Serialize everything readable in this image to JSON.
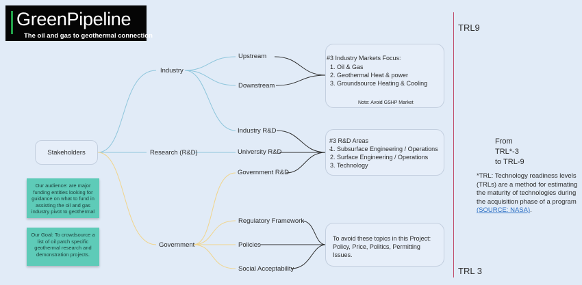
{
  "logo": {
    "title": "GreenPipeline",
    "subtitle": "The oil and gas to geothermal connection"
  },
  "mindmap": {
    "root": "Stakeholders",
    "branches": {
      "industry": "Industry",
      "research": "Research (R&D)",
      "government": "Government"
    },
    "leaves": {
      "upstream": "Upstream",
      "downstream": "Downstream",
      "industry_rd": "Industry R&D",
      "university_rd": "University R&D",
      "government_rd": "Government R&D",
      "regulatory": "Regulatory Framework",
      "policies": "Policies",
      "social": "Social Acceptability"
    }
  },
  "cards": {
    "markets": {
      "heading": "#3 Industry Markets Focus:",
      "items": [
        "Oil & Gas",
        "Geothermal Heat & power",
        "Groundsource Heating & Cooling"
      ],
      "note": "Note: Avoid GSHP Market"
    },
    "rd": {
      "heading": "#3 R&D Areas",
      "items": [
        "Subsurface Engineering / Operations",
        "Surface Engineering / Operations",
        "Technology"
      ]
    },
    "avoid": {
      "text": "To avoid these topics in this Project: Policy, Price, Politics, Permitting Issues."
    }
  },
  "stickies": {
    "audience": "Our audience: are major funding entities looking for guidance on what to fund in assisting the oil and gas industry pivot to geothermal",
    "goal": "Our Goal: To crowdsource a list of oil patch specific geothermal research and demonstration projects."
  },
  "trl": {
    "top": "TRL9",
    "bottom": "TRL 3",
    "from_line1": "From",
    "from_line2": "TRL*-3",
    "from_line3": "to TRL-9",
    "footnote": "*TRL: Technology readiness levels (TRLs) are a method for estimating the maturity of technologies during the acquisition phase of a program",
    "source_link": "(SOURCE: NASA)",
    "source_suffix": "."
  },
  "colors": {
    "background": "#e1ebf7",
    "industry_branch": "#8fc6dc",
    "government_branch": "#f1d58c",
    "leaf_connector": "#2f2f2f",
    "sticky": "#5ecbb8",
    "trl_line": "#c04a6a",
    "logo_accent": "#22a14a"
  }
}
